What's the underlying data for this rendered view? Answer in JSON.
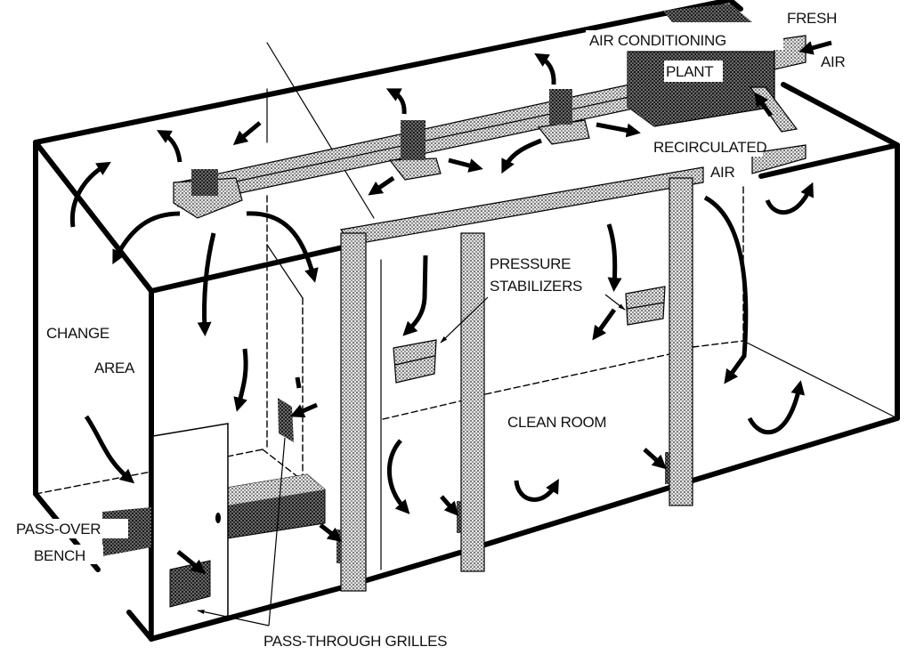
{
  "figure": {
    "labels": {
      "air_conditioning": "AIR CONDITIONING",
      "plant": "PLANT",
      "fresh": "FRESH",
      "fresh_air": "AIR",
      "recirculated": "RECIRCULATED",
      "recirculated_air": "AIR",
      "pressure": "PRESSURE",
      "stabilizers": "STABILIZERS",
      "change": "CHANGE",
      "area": "AREA",
      "clean_room": "CLEAN ROOM",
      "pass_over": "PASS-OVER",
      "bench": "BENCH",
      "pass_through_grilles": "PASS-THROUGH GRILLES"
    },
    "colors": {
      "ink": "#000000",
      "paper": "#ffffff",
      "light_halftone": "#bdbdbd",
      "dark_halftone": "#5a5a5a"
    }
  }
}
